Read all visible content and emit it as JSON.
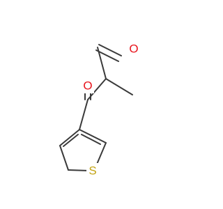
{
  "molecule": {
    "atoms": [
      {
        "id": "o_aldehyde",
        "symbol": "O",
        "color": "#e8141c"
      },
      {
        "id": "o_ketone",
        "symbol": "O",
        "color": "#e8141c"
      },
      {
        "id": "s_ring",
        "symbol": "S",
        "color": "#c2a313"
      }
    ],
    "bond_color": "#3a3a3a"
  }
}
